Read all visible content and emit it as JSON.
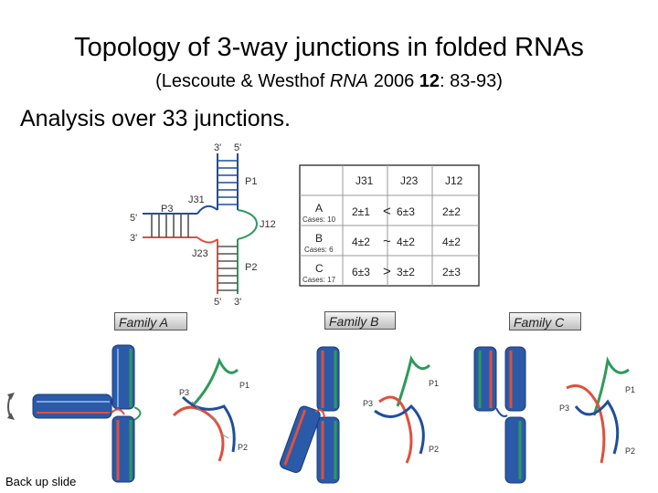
{
  "slide": {
    "title": "Topology of 3-way junctions in folded RNAs",
    "subtitle_prefix": "(Lescoute & Westhof ",
    "subtitle_journal": "RNA",
    "subtitle_year": " 2006 ",
    "subtitle_volume": "12",
    "subtitle_pages": ": 83-93)",
    "analysis": "Analysis over 33 junctions.",
    "backup": "Back up slide"
  },
  "schematic": {
    "labels": {
      "p1": "P1",
      "p2": "P2",
      "p3": "P3",
      "j31": "J31",
      "j23": "J23",
      "j12": "J12",
      "top3": "3'",
      "top5": "5'",
      "left5": "5'",
      "left3": "3'",
      "bot5": "5'",
      "bot3": "3'"
    }
  },
  "table": {
    "headers": [
      "J31",
      "J23",
      "J12"
    ],
    "rows": [
      {
        "family": "A",
        "cases": "Cases: 10",
        "j31": "2±1",
        "rel": "<",
        "j23": "6±3",
        "j12": "2±2"
      },
      {
        "family": "B",
        "cases": "Cases: 6",
        "j31": "4±2",
        "rel": "~",
        "j23": "4±2",
        "j12": "4±2"
      },
      {
        "family": "C",
        "cases": "Cases: 17",
        "j31": "6±3",
        "rel": ">",
        "j23": "3±2",
        "j12": "2±3"
      }
    ]
  },
  "families": [
    {
      "label": "Family A",
      "helix_labels": [
        "P1",
        "P2",
        "P3"
      ]
    },
    {
      "label": "Family B",
      "helix_labels": [
        "P1",
        "P2",
        "P3"
      ]
    },
    {
      "label": "Family C",
      "helix_labels": [
        "P1",
        "P2",
        "P3"
      ]
    }
  ],
  "colors": {
    "blue": "#1f4e9c",
    "red": "#e0503c",
    "green": "#2e9a5a"
  }
}
